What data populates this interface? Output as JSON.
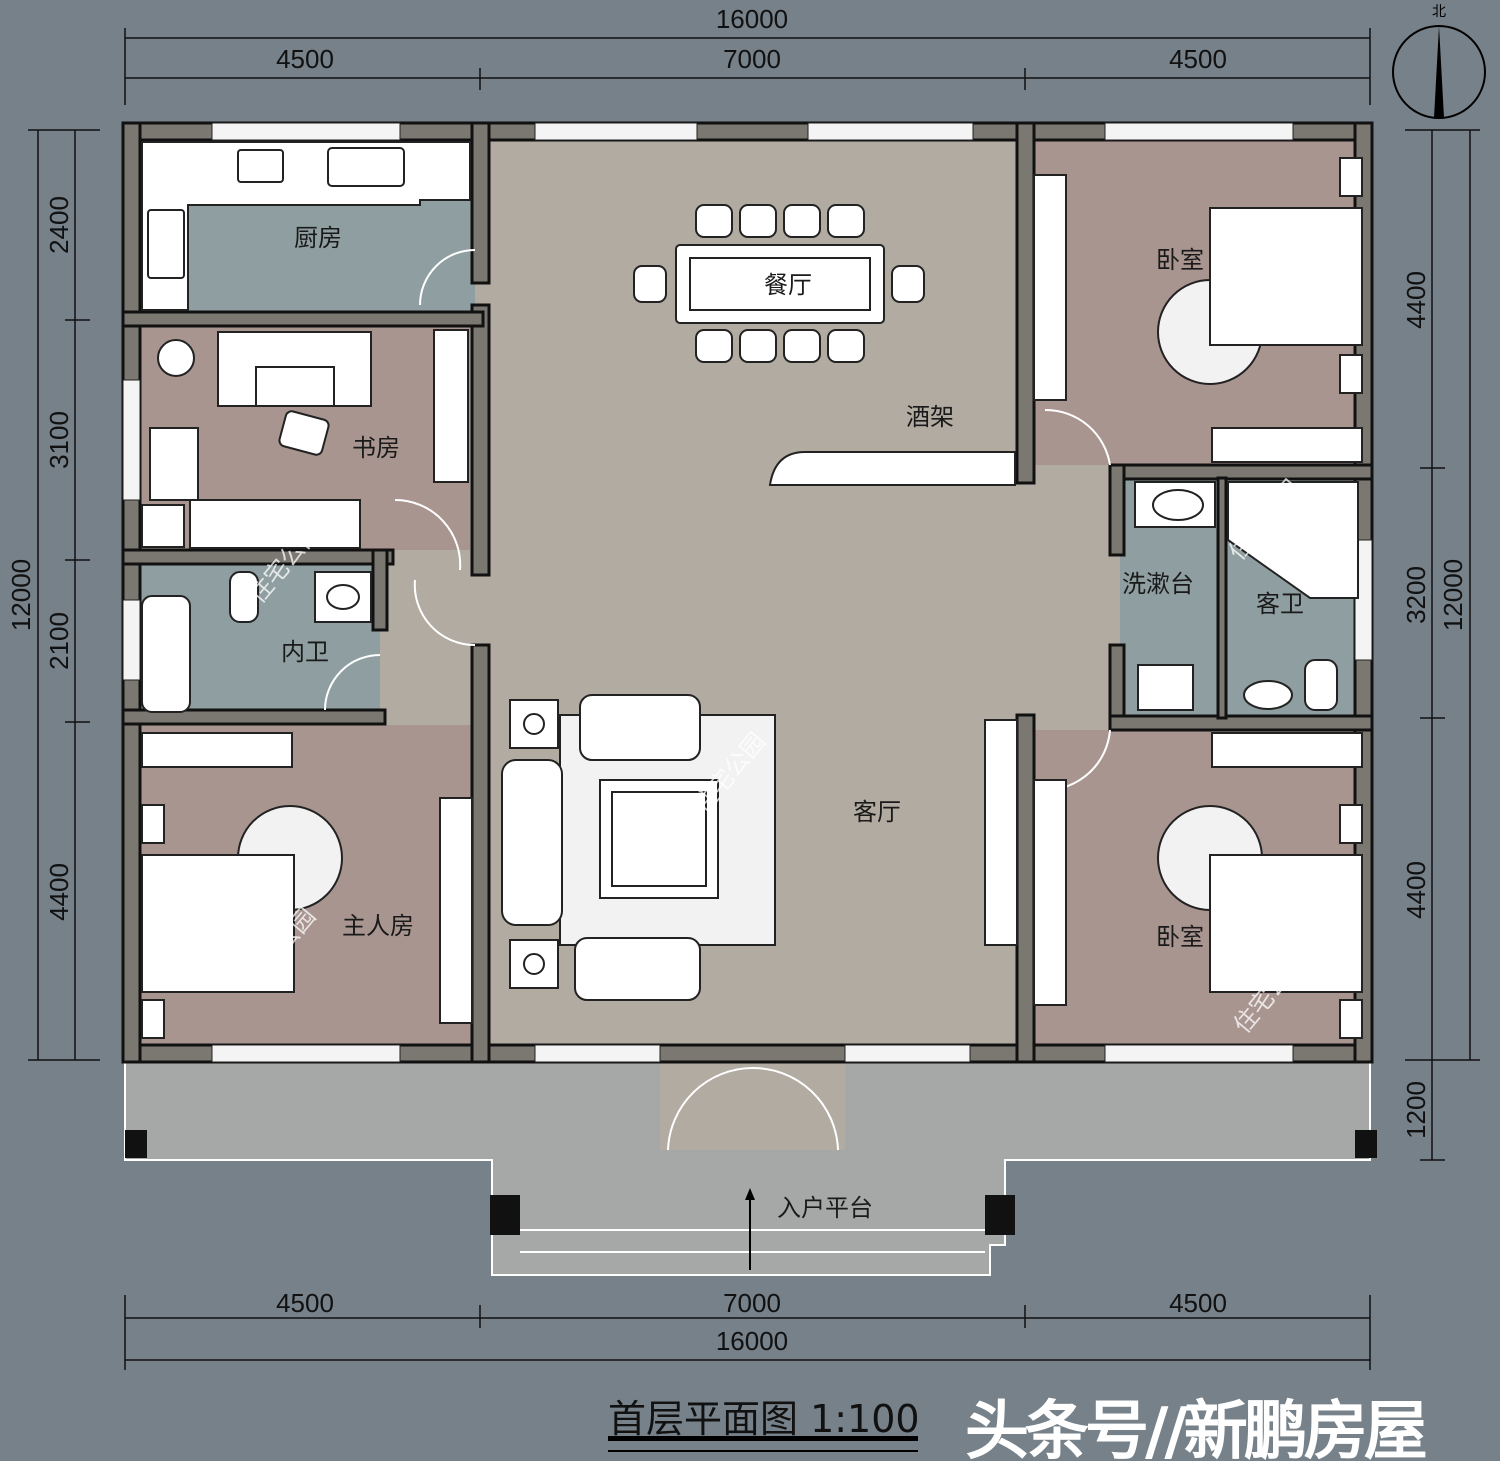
{
  "colors": {
    "background": "#76818a",
    "living": "#b1aba1",
    "wet": "#8f9ea0",
    "bedroom": "#a99590",
    "wall": "#7a7870",
    "porch": "#a6a8a8"
  },
  "dimensions": {
    "top_total": "16000",
    "top": [
      "4500",
      "7000",
      "4500"
    ],
    "bottom": [
      "4500",
      "7000",
      "4500"
    ],
    "bottom_total": "16000",
    "left": [
      "2400",
      "3100",
      "2100",
      "4400"
    ],
    "left_total": "12000",
    "right": [
      "4400",
      "3200",
      "4400",
      "1200"
    ],
    "right_total": "12000"
  },
  "rooms": {
    "kitchen": "厨房",
    "dining": "餐厅",
    "wine_rack": "酒架",
    "study": "书房",
    "inner_bath": "内卫",
    "master": "主人房",
    "living": "客厅",
    "bedroom_ne": "卧室",
    "vanity": "洗漱台",
    "guest_bath": "客卫",
    "bedroom_se": "卧室",
    "entry": "入户平台"
  },
  "north_label": "北",
  "watermark": "住宅公园",
  "title": "首层平面图 1:100",
  "brand": "头条号//新鹏房屋"
}
